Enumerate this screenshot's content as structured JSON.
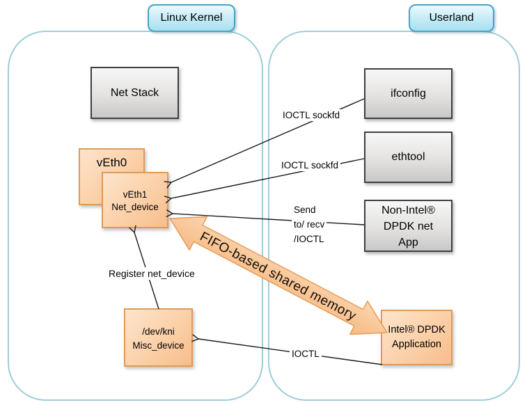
{
  "regions": {
    "kernel": "Linux Kernel",
    "userland": "Userland"
  },
  "nodes": {
    "net_stack": "Net Stack",
    "veth0": "vEth0",
    "veth1": [
      "vEth1",
      "Net_device"
    ],
    "ifconfig": "ifconfig",
    "ethtool": "ethtool",
    "non_intel_app": [
      "Non-Intel®",
      "DPDK net",
      "App"
    ],
    "intel_app": [
      "Intel® DPDK",
      "Application"
    ],
    "dev_kni": [
      "/dev/kni",
      "Misc_device"
    ]
  },
  "edges": {
    "ioctl_sockfd_1": "IOCTL sockfd",
    "ioctl_sockfd_2": "IOCTL sockfd",
    "send_recv": [
      "Send",
      "to/ recv",
      "/IOCTL"
    ],
    "register": "Register net_device",
    "ioctl": "IOCTL",
    "fifo": "FIFO-based shared memory"
  },
  "colors": {
    "region_border": "#9fccdb",
    "tab_border": "#44a5c4",
    "tab_fill_bottom": "#a8dff0",
    "gray_box_top": "#f7f7f6",
    "gray_box_bottom": "#c9c8c6",
    "orange_box_top": "#fde5cc",
    "orange_box_bottom": "#f7bd8d",
    "orange_border": "#df9a58",
    "connector": "#1a1a1a"
  }
}
